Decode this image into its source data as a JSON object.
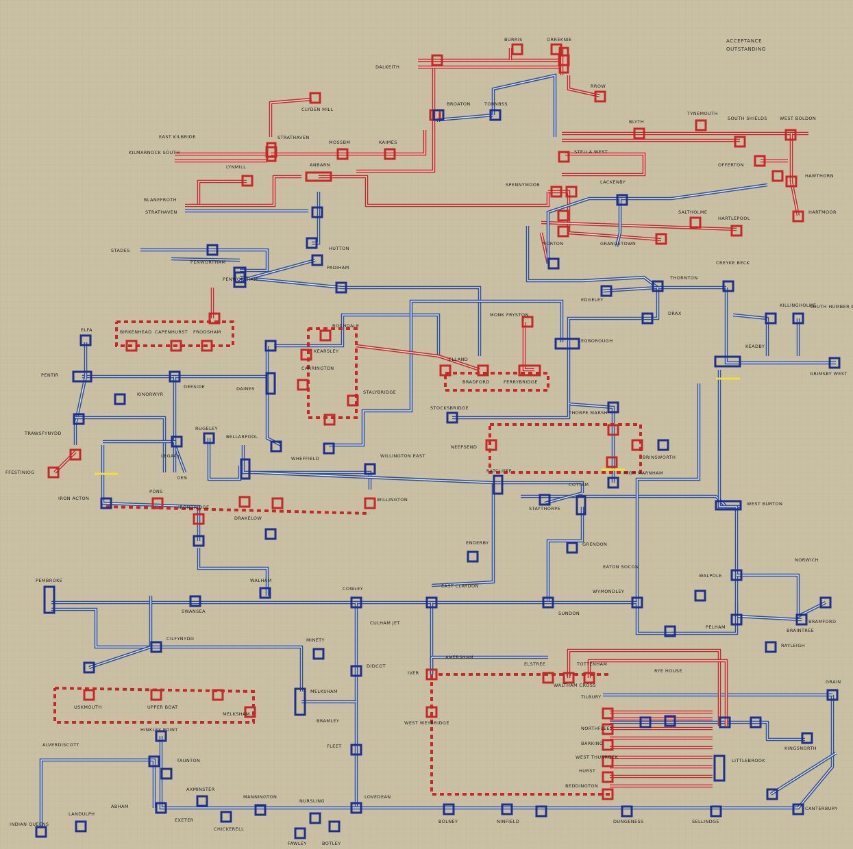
{
  "title_lines": [
    "ACCEPTANCE",
    "OUTSTANDING"
  ],
  "colors": {
    "paper": "#c9c0a4",
    "paper_grid": "#bdb39a",
    "blue_route": "#2f4f9e",
    "blue_node": "#1f2f8c",
    "red_route": "#c62828",
    "red_node": "#c62828",
    "marker": "#f2e03a",
    "text": "#1d1d1d"
  },
  "labels": {
    "burris": "BURRIS",
    "orreknie": "ORREKNIE",
    "dalkeith": "DALKEITH",
    "rrow": "RROW",
    "broaton": "BROATON",
    "tornbss": "TORNBSS",
    "clyden_mill": "CLYDEN MILL",
    "east_kilbride": "EAST KILBRIDE",
    "kilmarnock_south": "KILMARNOCK SOUTH",
    "strathaven": "STRATHAVEN",
    "mossbm": "MOSSBM",
    "kaimes": "KAIMES",
    "lynmill": "LYNMILL",
    "anbarn": "ANBARN",
    "blanefroth": "BLANEFROTH",
    "strathaven_2": "STRATHAVEN",
    "blyth": "BLYTH",
    "tynemouth": "TYNEMOUTH",
    "south_shields": "SOUTH SHIELDS",
    "west_boldon": "WEST BOLDON",
    "stella_west": "STELLA WEST",
    "offerton": "OFFERTON",
    "hawthorn": "HAWTHORN",
    "spennymoor": "SPENNYMOOR",
    "lackenby": "LACKENBY",
    "saltholme": "SALTHOLME",
    "hartlepool": "HARTLEPOOL",
    "hartmoor": "HARTMOOR",
    "norton": "NORTON",
    "grangetown": "GRANGETOWN",
    "stades": "STADES",
    "hutton": "HUTTON",
    "padiham": "PADIHAM",
    "penwortham": "PENWORTHAM",
    "penwortham_2": "PENWORTHAM",
    "creyke_beck": "CREYKE BECK",
    "thornton": "THORNTON",
    "keadby": "KEADBY",
    "killingholme": "KILLINGHOLME",
    "south_humber_bank": "SOUTH HUMBER BANK",
    "grimsby_west": "GRIMSBY WEST",
    "edgeley": "EDGELEY",
    "egborough": "EGBOROUGH",
    "drax": "DRAX",
    "elfa": "ELFA",
    "birkenhead": "BIRKENHEAD",
    "capenhurst": "CAPENHURST",
    "frodsham": "FRODSHAM",
    "carrington": "CARRINGTON",
    "rochdale": "ROCHDALE",
    "kearsley": "KEARSLEY",
    "elland": "ELLAND",
    "bradford": "BRADFORD",
    "ferrybridge": "FERRYBRIDGE",
    "monk_fryston": "MONK FRYSTON",
    "pentir": "PENTIR",
    "deeside": "DEESIDE",
    "daines": "DAINES",
    "kinorwyr": "KINORWYR",
    "stalybridge": "STALYBRIDGE",
    "stocksbridge": "STOCKSBRIDGE",
    "thorpe_marsh": "THORPE MARSH",
    "trawsfynydd": "TRAWSFYNYDD",
    "legacy": "LEGACY",
    "rugeley": "RUGELEY",
    "bellarpool": "BELLARPOOL",
    "wheffield": "WHEFFIELD",
    "neepsend": "NEEPSEND",
    "brinsworth": "BRINSWORTH",
    "high_marnham": "HIGH MARNHAM",
    "ffestiniog": "FFESTINIOG",
    "iron_acton": "IRON ACTON",
    "oen": "OEN",
    "ironbridge": "IRONBRIDGE",
    "pons": "PONS",
    "drakelow": "DRAKELOW",
    "willington": "WILLINGTON",
    "willington_east": "WILLINGTON EAST",
    "ratcliffe": "RATCLIFFE",
    "cottam": "COTTAM",
    "staythorpe": "STAYTHORPE",
    "west_burton": "WEST BURTON",
    "walpole": "WALPOLE",
    "norwich": "NORWICH",
    "enderby": "ENDERBY",
    "bramford": "BRAMFORD",
    "pembroke": "PEMBROKE",
    "walham": "WALHAM",
    "cowley": "COWLEY",
    "east_claydon": "EAST CLAYDON",
    "eaton_socon": "EATON SOCON",
    "grendon": "GRENDON",
    "wymondley": "WYMONDLEY",
    "sundon": "SUNDON",
    "pelham": "PELHAM",
    "rayleigh": "RAYLEIGH",
    "braintree": "BRAINTREE",
    "swansea": "SWANSEA",
    "cilfynydd": "CILFYNYDD",
    "minety": "MINETY",
    "culham_jet": "CULHAM JET",
    "didcot": "DIDCOT",
    "amersham": "AMERSHAM",
    "iver": "IVER",
    "elstree": "ELSTREE",
    "tottenham": "TOTTENHAM",
    "waltham_cross": "WALTHAM CROSS",
    "rye_house": "RYE HOUSE",
    "tilbury": "TILBURY",
    "grain": "GRAIN",
    "uskmouth": "USKMOUTH",
    "upper_boat": "UPPER BOAT",
    "melksham": "MELKSHAM",
    "bramley": "BRAMLEY",
    "west_weybridge": "WEST WEYBRIDGE",
    "fleet": "FLEET",
    "kingsnorth": "KINGSNORTH",
    "littlebrook": "LITTLEBROOK",
    "barking": "BARKING",
    "west_thurrock": "WEST THURROCK",
    "hurst": "HURST",
    "beddington": "BEDDINGTON",
    "sellindge": "SELLINDGE",
    "canterbury": "CANTERBURY",
    "alverdiscott": "ALVERDISCOTT",
    "taunton": "TAUNTON",
    "hinkley_point": "HINKLEY POINT",
    "axminster": "AXMINSTER",
    "exeter": "EXETER",
    "chickerell": "CHICKERELL",
    "mannington": "MANNINGTON",
    "nursling": "NURSLING",
    "lovedean": "LOVEDEAN",
    "bolney": "BOLNEY",
    "ninfield": "NINFIELD",
    "dungeness": "DUNGENESS",
    "indian_queens": "INDIAN QUEENS",
    "landulph": "LANDULPH",
    "abham": "ABHAM",
    "fawley": "FAWLEY",
    "botley": "BOTLEY",
    "northfleet": "NORTHFLEET"
  }
}
